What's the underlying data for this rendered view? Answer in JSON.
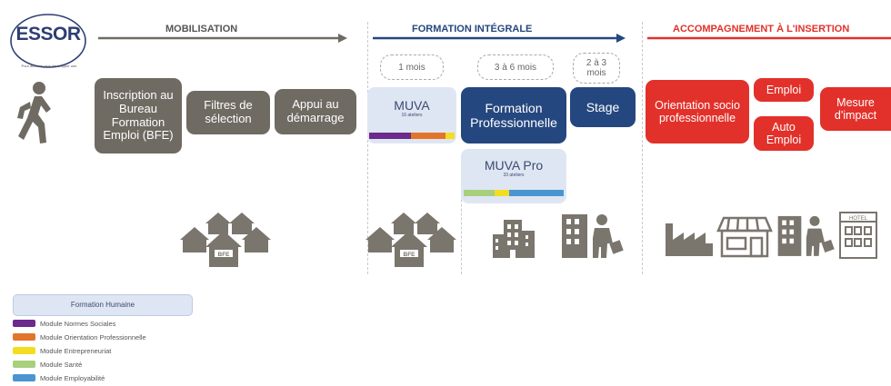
{
  "logo": {
    "name": "ESSOR",
    "tagline": "Pour alors on plus développer une"
  },
  "phases": {
    "mobilisation": {
      "title": "MOBILISATION"
    },
    "formation": {
      "title": "FORMATION INTÉGRALE"
    },
    "insertion": {
      "title": "ACCOMPAGNEMENT À L'INSERTION"
    }
  },
  "colors": {
    "mobilisation": "#6f6a62",
    "formation": "#25477f",
    "insertion": "#e2312a",
    "normes_sociales": "#6b2a8c",
    "orientation": "#e2752a",
    "entrepreneuriat": "#f3dd22",
    "sante": "#a8cf7c",
    "employabilite": "#4a95d1"
  },
  "mobilisation_steps": {
    "inscription": "Inscription au Bureau Formation Emploi (BFE)",
    "filtres": "Filtres de sélection",
    "appui": "Appui au démarrage"
  },
  "durations": {
    "muva": "1 mois",
    "formation_pro": "3 à 6 mois",
    "stage": "2 à 3 mois"
  },
  "formation_steps": {
    "muva": {
      "label": "MUVA",
      "sub": "16 ateliers"
    },
    "formation_pro": "Formation Professionnelle",
    "stage": "Stage",
    "muva_pro": {
      "label": "MUVA Pro",
      "sub": "33 ateliers"
    }
  },
  "insertion_steps": {
    "orientation": "Orientation socio professionnelle",
    "emploi": "Emploi",
    "auto_emploi": "Auto Emploi",
    "mesure": "Mesure d'impact"
  },
  "illustrations": {
    "houses_label": "BFE",
    "hotel_label": "HOTEL"
  },
  "legend": {
    "title": "Formation Humaine",
    "items": [
      {
        "label": "Module Normes Sociales",
        "color": "#6b2a8c"
      },
      {
        "label": "Module Orientation Professionnelle",
        "color": "#e2752a"
      },
      {
        "label": "Module Entrepreneuriat",
        "color": "#f3dd22"
      },
      {
        "label": "Module Santé",
        "color": "#a8cf7c"
      },
      {
        "label": "Module Employabilité",
        "color": "#4a95d1"
      }
    ]
  }
}
